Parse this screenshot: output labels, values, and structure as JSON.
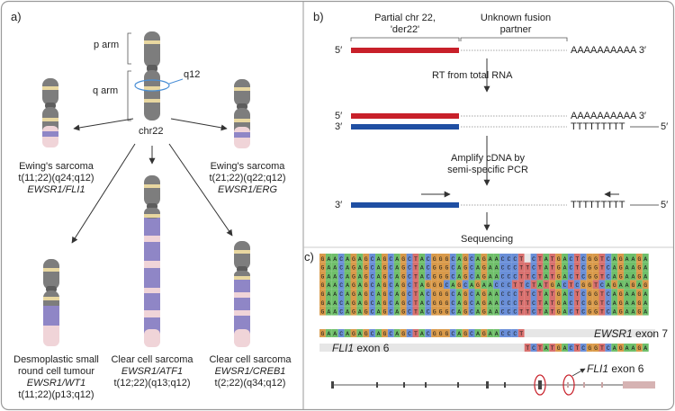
{
  "panel_a": {
    "label": "a)",
    "chromosome": "chr22",
    "p_arm": "p arm",
    "q_arm": "q arm",
    "band": "q12",
    "translocations": [
      {
        "disease": "Ewing's sarcoma",
        "translocation": "t(11;22)(q24;q12)",
        "fusion": "EWSR1/FLI1"
      },
      {
        "disease": "Ewing's sarcoma",
        "translocation": "t(21;22)(q22;q12)",
        "fusion": "EWSR1/ERG"
      },
      {
        "disease_line1": "Desmoplastic small",
        "disease_line2": "round cell tumour",
        "fusion": "EWSR1/WT1",
        "translocation": "t(11;22)(p13;q12)"
      },
      {
        "disease": "Clear cell sarcoma",
        "fusion": "EWSR1/ATF1",
        "translocation": "t(12;22)(q13;q12)"
      },
      {
        "disease": "Clear cell sarcoma",
        "fusion": "EWSR1/CREB1",
        "translocation": "t(2;22)(q34;q12)"
      }
    ]
  },
  "panel_b": {
    "label": "b)",
    "partial_chr_line1": "Partial chr 22,",
    "partial_chr_line2": "'der22'",
    "unknown_line1": "Unknown fusion",
    "unknown_line2": "partner",
    "prime5": "5′",
    "prime3": "3′",
    "polyA": "AAAAAAAAAA 3′",
    "polyT": "TTTTTTTTT",
    "step1": "RT from total RNA",
    "step2_line1": "Amplify cDNA by",
    "step2_line2": "semi-specific PCR",
    "step3": "Sequencing",
    "colors": {
      "red_strand": "#c8202a",
      "blue_strand": "#1f4fa3"
    }
  },
  "panel_c": {
    "label": "c)",
    "seq_rows": [
      "GAACAGAGCAGCAGCTACGGGCAGCAGAACCCT CTATGACTCGGTCAGAAGA",
      "GAACAGAGCAGCAGCTACGGGCAGCAGAACCCTTCTATGACTCGGTCAGAAGA",
      "GAACAGAGCAGCAGCTACGGGCAGCAGAACCCTTCTATGACTCGGTCAGAAGA",
      "GAACAGAGCAGCAGCTAGGGCAGCAGAACCCTTCTATGACTCGGTCAGAAGAG",
      "GAACAGAGCAGCAGCTACGGGCAGCAGAACCCTTCTATGACTCGGTCAGAAGA",
      "GAACAGAGCAGCAGCTACGGGCAGCAGAACCCTTCTATGACTCGGTCAGAAGA",
      "GAACAGAGCAGCAGCTACGGGCAGCAGAACCCTTCTATGACTCGGTCAGAAGA"
    ],
    "ewsr1_seq": "GAACAGAGCAGCAGCTACGGGCAGCAGAACCCT",
    "fli1_seq": "TCTATGACTCGGTCAGAAGA",
    "exon7_gene": "EWSR1",
    "exon7_text": " exon 7",
    "exon6_gene": "FLI1",
    "exon6_text": " exon 6",
    "track_gene": "FLI1",
    "track_text": " exon 6",
    "base_colors": {
      "A": "#6fbf6a",
      "C": "#6a8fd8",
      "G": "#d99a4a",
      "T": "#d8706e",
      "N": "#e8e8e8"
    }
  }
}
